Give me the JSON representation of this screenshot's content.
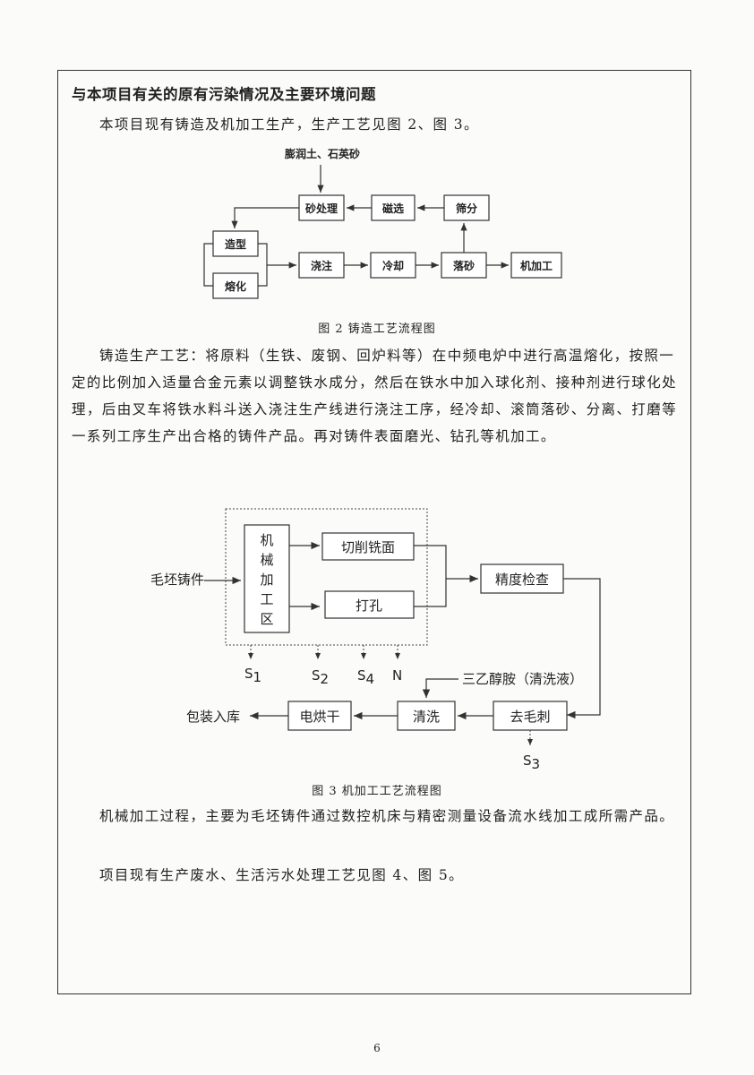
{
  "section_title": "与本项目有关的原有污染情况及主要环境问题",
  "intro_text": "本项目现有铸造及机加工生产，生产工艺见图 2、图 3。",
  "figure2": {
    "input_label": "膨润土、石英砂",
    "nodes": {
      "sand": "砂处理",
      "magnetic": "磁选",
      "screen": "筛分",
      "molding": "造型",
      "melting": "熔化",
      "pouring": "浇注",
      "cooling": "冷却",
      "shakeout": "落砂",
      "machining": "机加工"
    },
    "caption": "图 2  铸造工艺流程图"
  },
  "casting_text": "铸造生产工艺：将原料（生铁、废钢、回炉料等）在中频电炉中进行高温熔化，按照一定的比例加入适量合金元素以调整铁水成分，然后在铁水中加入球化剂、接种剂进行球化处理，后由叉车将铁水料斗送入浇注生产线进行浇注工序，经冷却、滚筒落砂、分离、打磨等一系列工序生产出合格的铸件产品。再对铸件表面磨光、钻孔等机加工。",
  "figure3": {
    "input_label": "毛坯铸件",
    "zone_chars": [
      "机",
      "械",
      "加",
      "工",
      "区"
    ],
    "nodes": {
      "milling": "切削铣面",
      "drilling": "打孔",
      "inspection": "精度检查",
      "deburr": "去毛刺",
      "cleaning": "清洗",
      "drying": "电烘干"
    },
    "output_label": "包装入库",
    "agent_label": "三乙醇胺（清洗液）",
    "emissions": {
      "s1": {
        "main": "S",
        "sub": "1"
      },
      "s2": {
        "main": "S",
        "sub": "2"
      },
      "s4": {
        "main": "S",
        "sub": "4"
      },
      "n": {
        "main": "N",
        "sub": ""
      },
      "s3": {
        "main": "S",
        "sub": "3"
      }
    },
    "caption": "图 3  机加工工艺流程图"
  },
  "machining_text": "机械加工过程，主要为毛坯铸件通过数控机床与精密测量设备流水线加工成所需产品。",
  "wastewater_text": "项目现有生产废水、生活污水处理工艺见图 4、图 5。",
  "page_number": "6"
}
